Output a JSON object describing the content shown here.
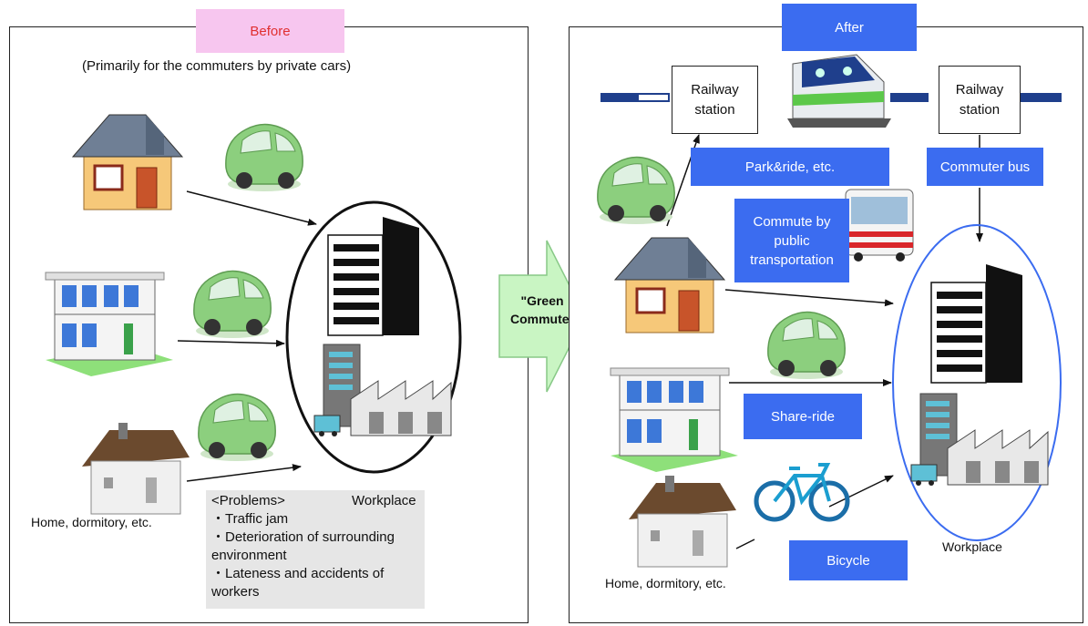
{
  "before": {
    "title": "Before",
    "subtitle": "(Primarily for  the commuters by private cars)",
    "home_label": "Home, dormitory, etc.",
    "problems_title": "<Problems>",
    "workplace_label": "Workplace",
    "problems": [
      "・Traffic jam",
      "・Deterioration of surrounding",
      "environment",
      "・Lateness and accidents of",
      "workers"
    ]
  },
  "transition_label": "\"Green Commuter\"",
  "after": {
    "title": "After",
    "station_left": "Railway station",
    "station_right": "Railway station",
    "park_ride": "Park&ride, etc.",
    "commuter_bus": "Commuter bus",
    "public_transport": "Commute by public transportation",
    "share_ride": "Share-ride",
    "bicycle": "Bicycle",
    "workplace_label": "Workplace",
    "home_label": "Home, dormitory, etc."
  },
  "colors": {
    "before_tag": "#f7c6ef",
    "after_tag": "#3b6cf0",
    "car": "#8ccf7e",
    "arrow_fill": "#c9f5c3"
  }
}
